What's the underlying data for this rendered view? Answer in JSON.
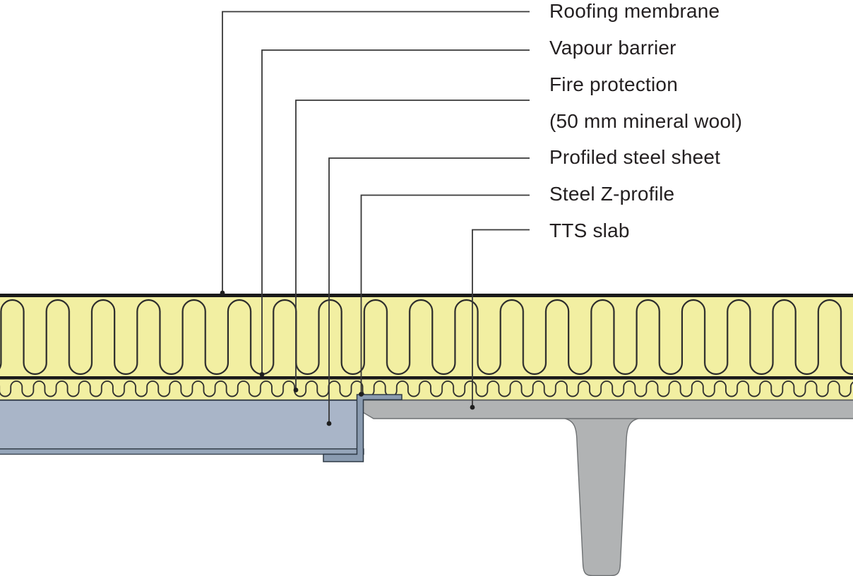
{
  "legend": {
    "items": [
      {
        "text": "Roofing membrane"
      },
      {
        "text": "Vapour barrier"
      },
      {
        "text": "Fire protection"
      },
      {
        "text": "(50 mm mineral wool)"
      },
      {
        "text": "Profiled steel sheet"
      },
      {
        "text": "Steel Z-profile"
      },
      {
        "text": "TTS slab"
      }
    ]
  },
  "colors": {
    "insulation": "#F2EFA2",
    "pattern_line": "#2B2B2B",
    "membrane": "#1A1A1A",
    "vapour_barrier": "#1A1A1A",
    "steel_sheet": "#A9B5C8",
    "steel_sheet_plate": "#95A5B9",
    "z_profile": "#8A9BB0",
    "concrete": "#B1B3B4",
    "leader": "#383838",
    "leader_dot": "#1F1F1F",
    "text": "#231F20"
  }
}
